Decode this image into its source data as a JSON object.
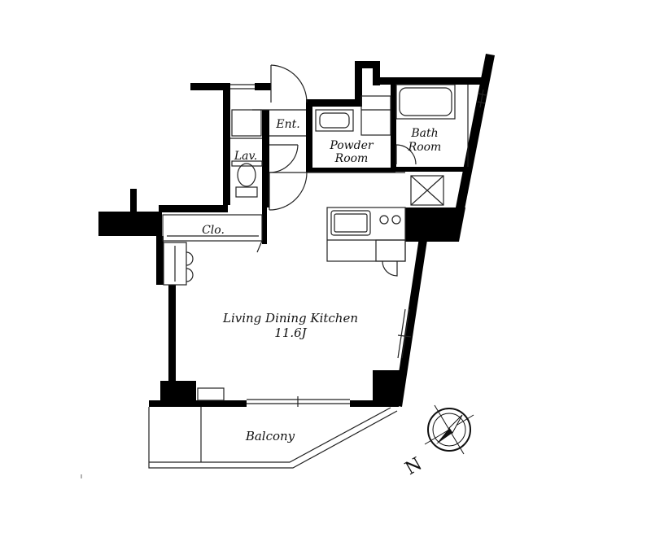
{
  "rooms": {
    "entrance": "Ent.",
    "powder_room_line1": "Powder",
    "powder_room_line2": "Room",
    "bath_room_line1": "Bath",
    "bath_room_line2": "Room",
    "lavatory": "Lav.",
    "closet": "Clo.",
    "ldk": "Living Dining Kitchen",
    "ldk_size": "11.6J",
    "balcony": "Balcony"
  },
  "compass": {
    "north_letter": "N"
  },
  "colors": {
    "wall": "#000000",
    "line": "#222222",
    "background": "#ffffff"
  }
}
